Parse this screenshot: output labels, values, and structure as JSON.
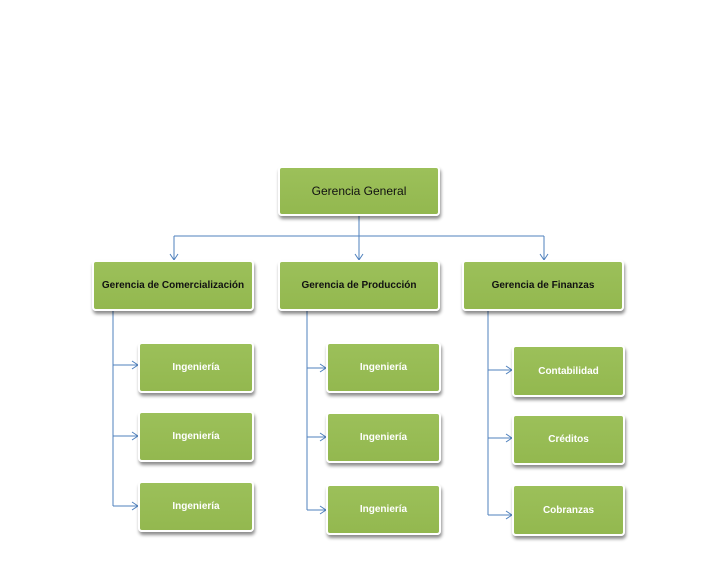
{
  "org_chart": {
    "root": {
      "label": "Gerencia General"
    },
    "managers": [
      {
        "label": "Gerencia de Comercialización",
        "units": [
          {
            "label": "Ingeniería"
          },
          {
            "label": "Ingeniería"
          },
          {
            "label": "Ingeniería"
          }
        ]
      },
      {
        "label": "Gerencia de Producción",
        "units": [
          {
            "label": "Ingeniería"
          },
          {
            "label": "Ingeniería"
          },
          {
            "label": "Ingeniería"
          }
        ]
      },
      {
        "label": "Gerencia de Finanzas",
        "units": [
          {
            "label": "Contabilidad"
          },
          {
            "label": "Créditos"
          },
          {
            "label": "Cobranzas"
          }
        ]
      }
    ],
    "colors": {
      "box_fill": "#9bbb59",
      "box_border": "#ffffff",
      "connector": "#4f81bd"
    }
  }
}
